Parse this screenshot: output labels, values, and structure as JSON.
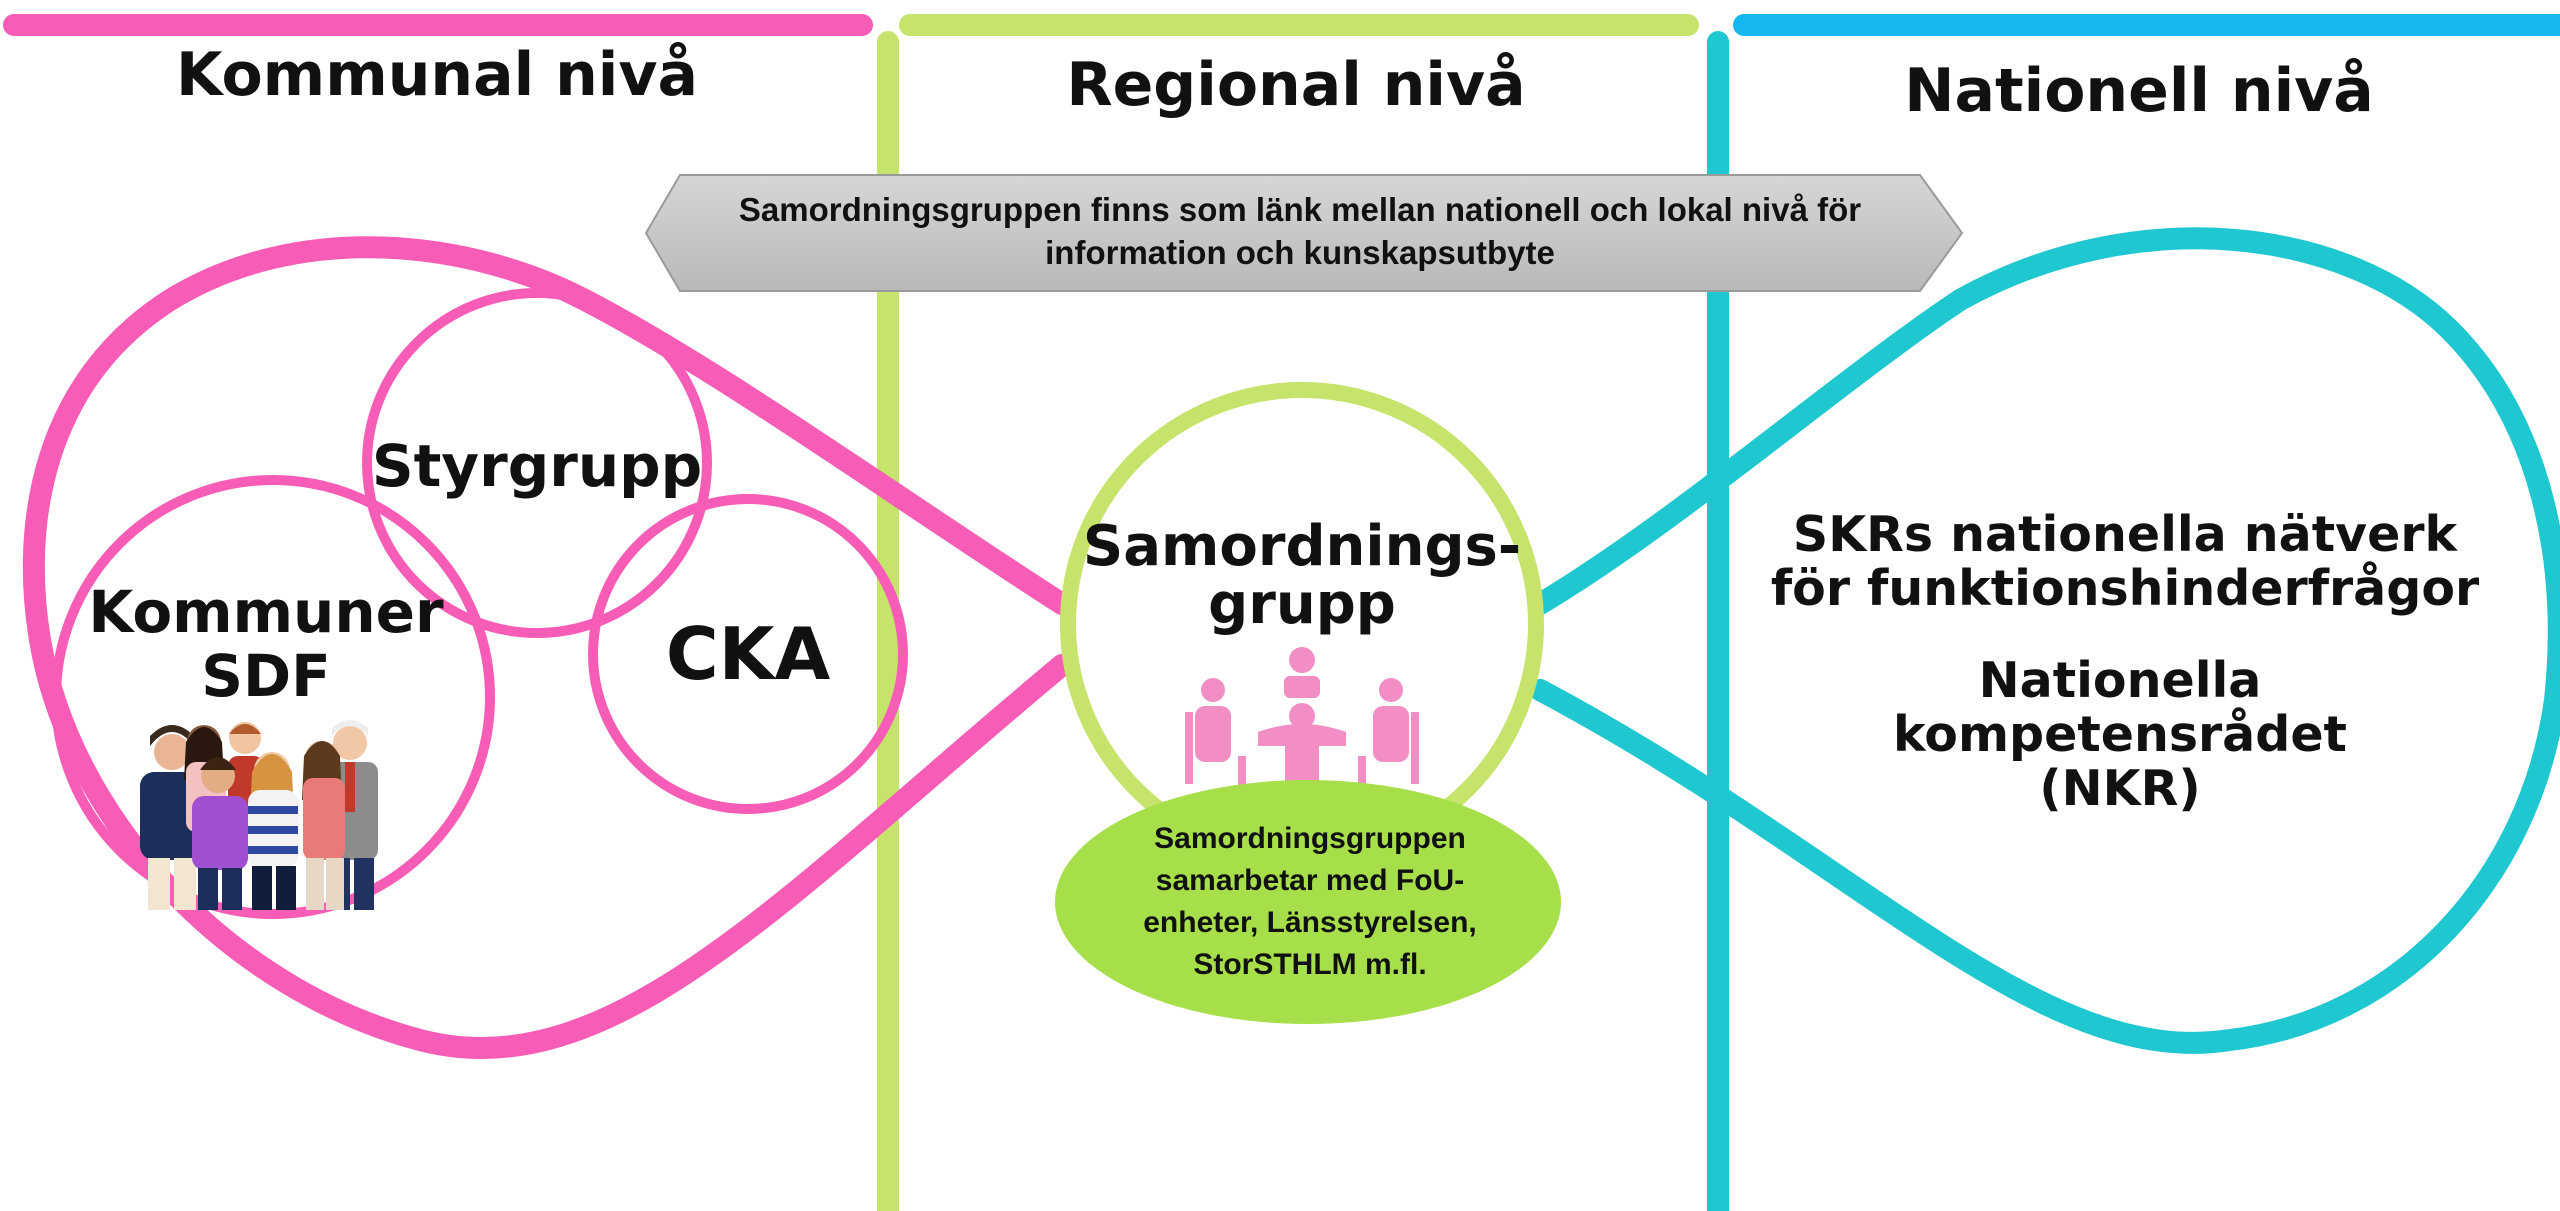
{
  "columns": {
    "kommunal": {
      "heading": "Kommunal nivå"
    },
    "regional": {
      "heading": "Regional nivå"
    },
    "nationell": {
      "heading": "Nationell nivå"
    }
  },
  "banner": {
    "line1": "Samordningsgruppen finns som länk mellan nationell och lokal nivå för",
    "line2": "information och kunskapsutbyte"
  },
  "kommunal_circles": {
    "styrgrupp": "Styrgrupp",
    "kommuner_line1": "Kommuner",
    "kommuner_line2": "SDF",
    "cka": "CKA"
  },
  "center": {
    "title_line1": "Samordnings-",
    "title_line2": "grupp",
    "oval_line1": "Samordningsgruppen",
    "oval_line2": "samarbetar med FoU-",
    "oval_line3": "enheter, Länsstyrelsen,",
    "oval_line4": "StorSTHLM m.fl."
  },
  "nationell_text": {
    "skr_line1": "SKRs nationella nätverk",
    "skr_line2": "för funktionshinderfrågor",
    "nkr_line1": "Nationella",
    "nkr_line2": "kompetensrådet",
    "nkr_line3": "(NKR)"
  },
  "colors": {
    "pink": "#f75cb6",
    "green": "#c6e36c",
    "teal": "#1fc7d1",
    "blue": "#14b7ef",
    "oval_fill": "#a6df4a",
    "banner_fill": "#c7c7c7"
  },
  "icons": [
    "people-group-illustration",
    "meeting-table-icon"
  ]
}
